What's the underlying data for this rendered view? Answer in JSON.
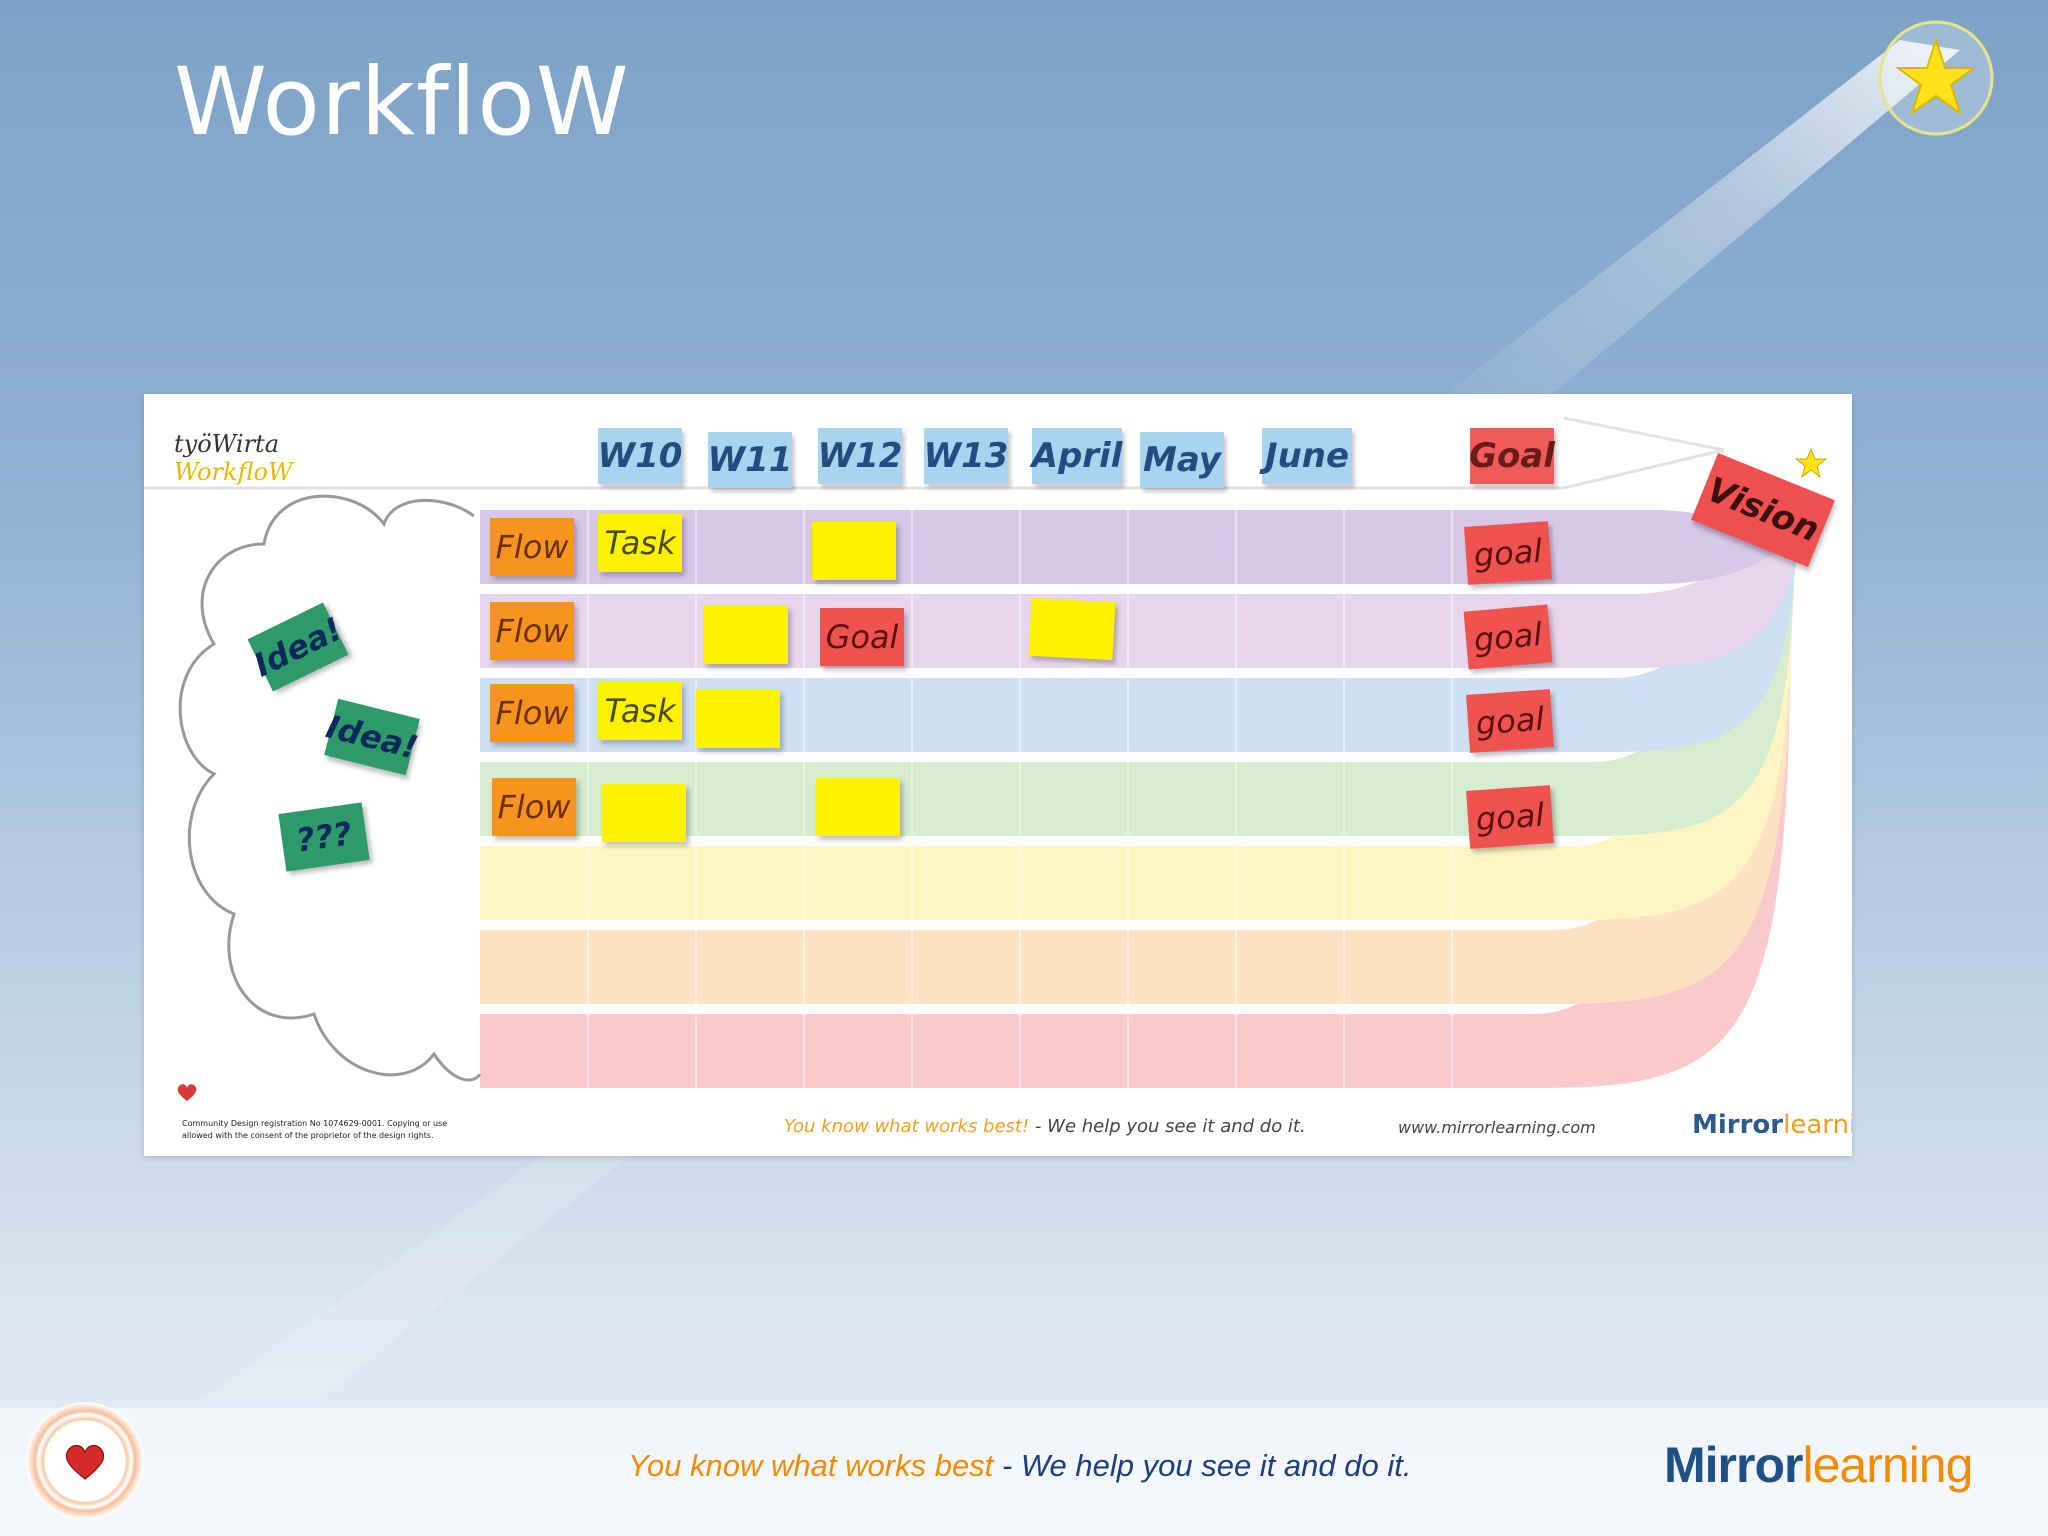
{
  "slide": {
    "title": "WorkfloW",
    "tagline_part1": "You know what works best",
    "tagline_part2": " - We help you see it and do it.",
    "logo_part1": "Mirror",
    "logo_part2": "learning"
  },
  "board": {
    "brand_line1": "työWirta",
    "brand_line2": "WorkfloW",
    "headers": [
      "W10",
      "W11",
      "W12",
      "W13",
      "April",
      "May",
      "June"
    ],
    "goal_header": "Goal",
    "vision": "Vision",
    "ideas": [
      "Idea!",
      "Idea!",
      "???"
    ],
    "lane_colors": [
      "#d9c7e8",
      "#e8d6ee",
      "#cfe0f3",
      "#d6edcf",
      "#fdf6c2",
      "#fde2c4",
      "#f9c9cc"
    ],
    "rows": [
      {
        "flow": "Flow",
        "task": "Task",
        "goal": "goal"
      },
      {
        "flow": "Flow",
        "task_goal": "Goal",
        "goal": "goal"
      },
      {
        "flow": "Flow",
        "task": "Task",
        "goal": "goal"
      },
      {
        "flow": "Flow",
        "goal": "goal"
      }
    ],
    "footnote": "Community Design registration No 1074629-0001. Copying or use allowed with the consent of the proprietor of the design rights.",
    "tag_part1": "You know what works best!",
    "tag_part2": " - We help you see it and do it.",
    "url": "www.mirrorlearning.com",
    "logo_part1": "Mirror",
    "logo_part2": "learning"
  }
}
